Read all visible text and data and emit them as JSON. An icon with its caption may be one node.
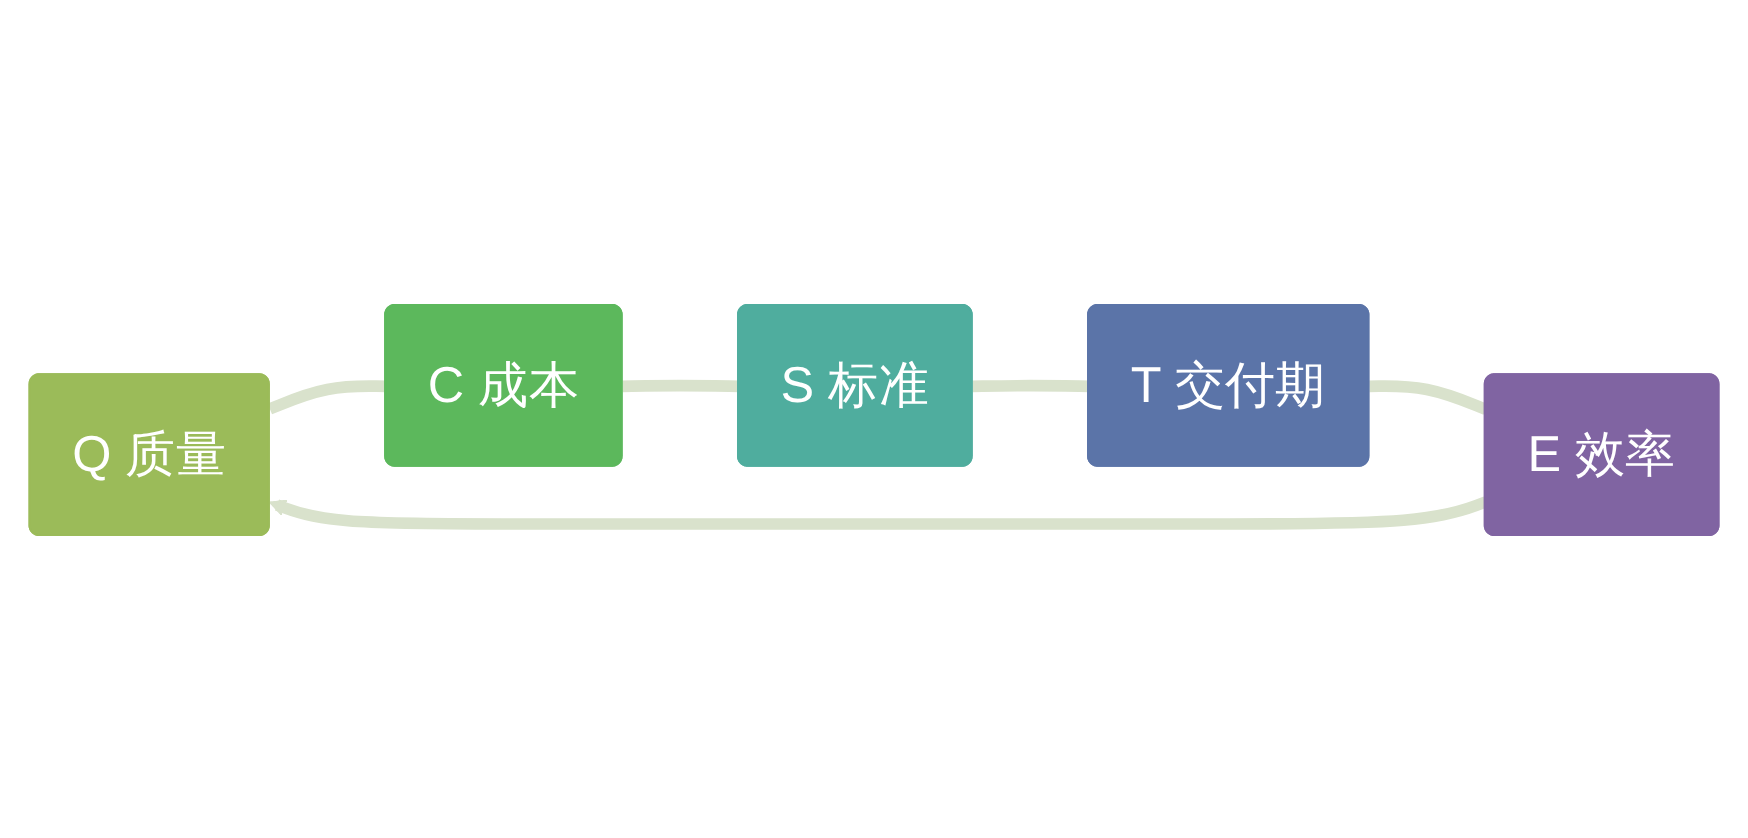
{
  "diagram": {
    "nodes": [
      {
        "text": [
          "Q 质量"
        ]
      },
      {
        "text": [
          "C 成本"
        ]
      },
      {
        "text": [
          "S 标准"
        ]
      },
      {
        "text": [
          "T 交付期"
        ]
      },
      {
        "text": [
          "E 效率"
        ]
      }
    ],
    "edges": [
      {
        "from": 0,
        "to": 1,
        "arrow": "none"
      },
      {
        "from": 1,
        "to": 2,
        "arrow": "none"
      },
      {
        "from": 2,
        "to": 3,
        "arrow": "none"
      },
      {
        "from": 3,
        "to": 4,
        "arrow": "none"
      },
      {
        "from": 4,
        "to": 0,
        "arrow": "to"
      }
    ]
  }
}
